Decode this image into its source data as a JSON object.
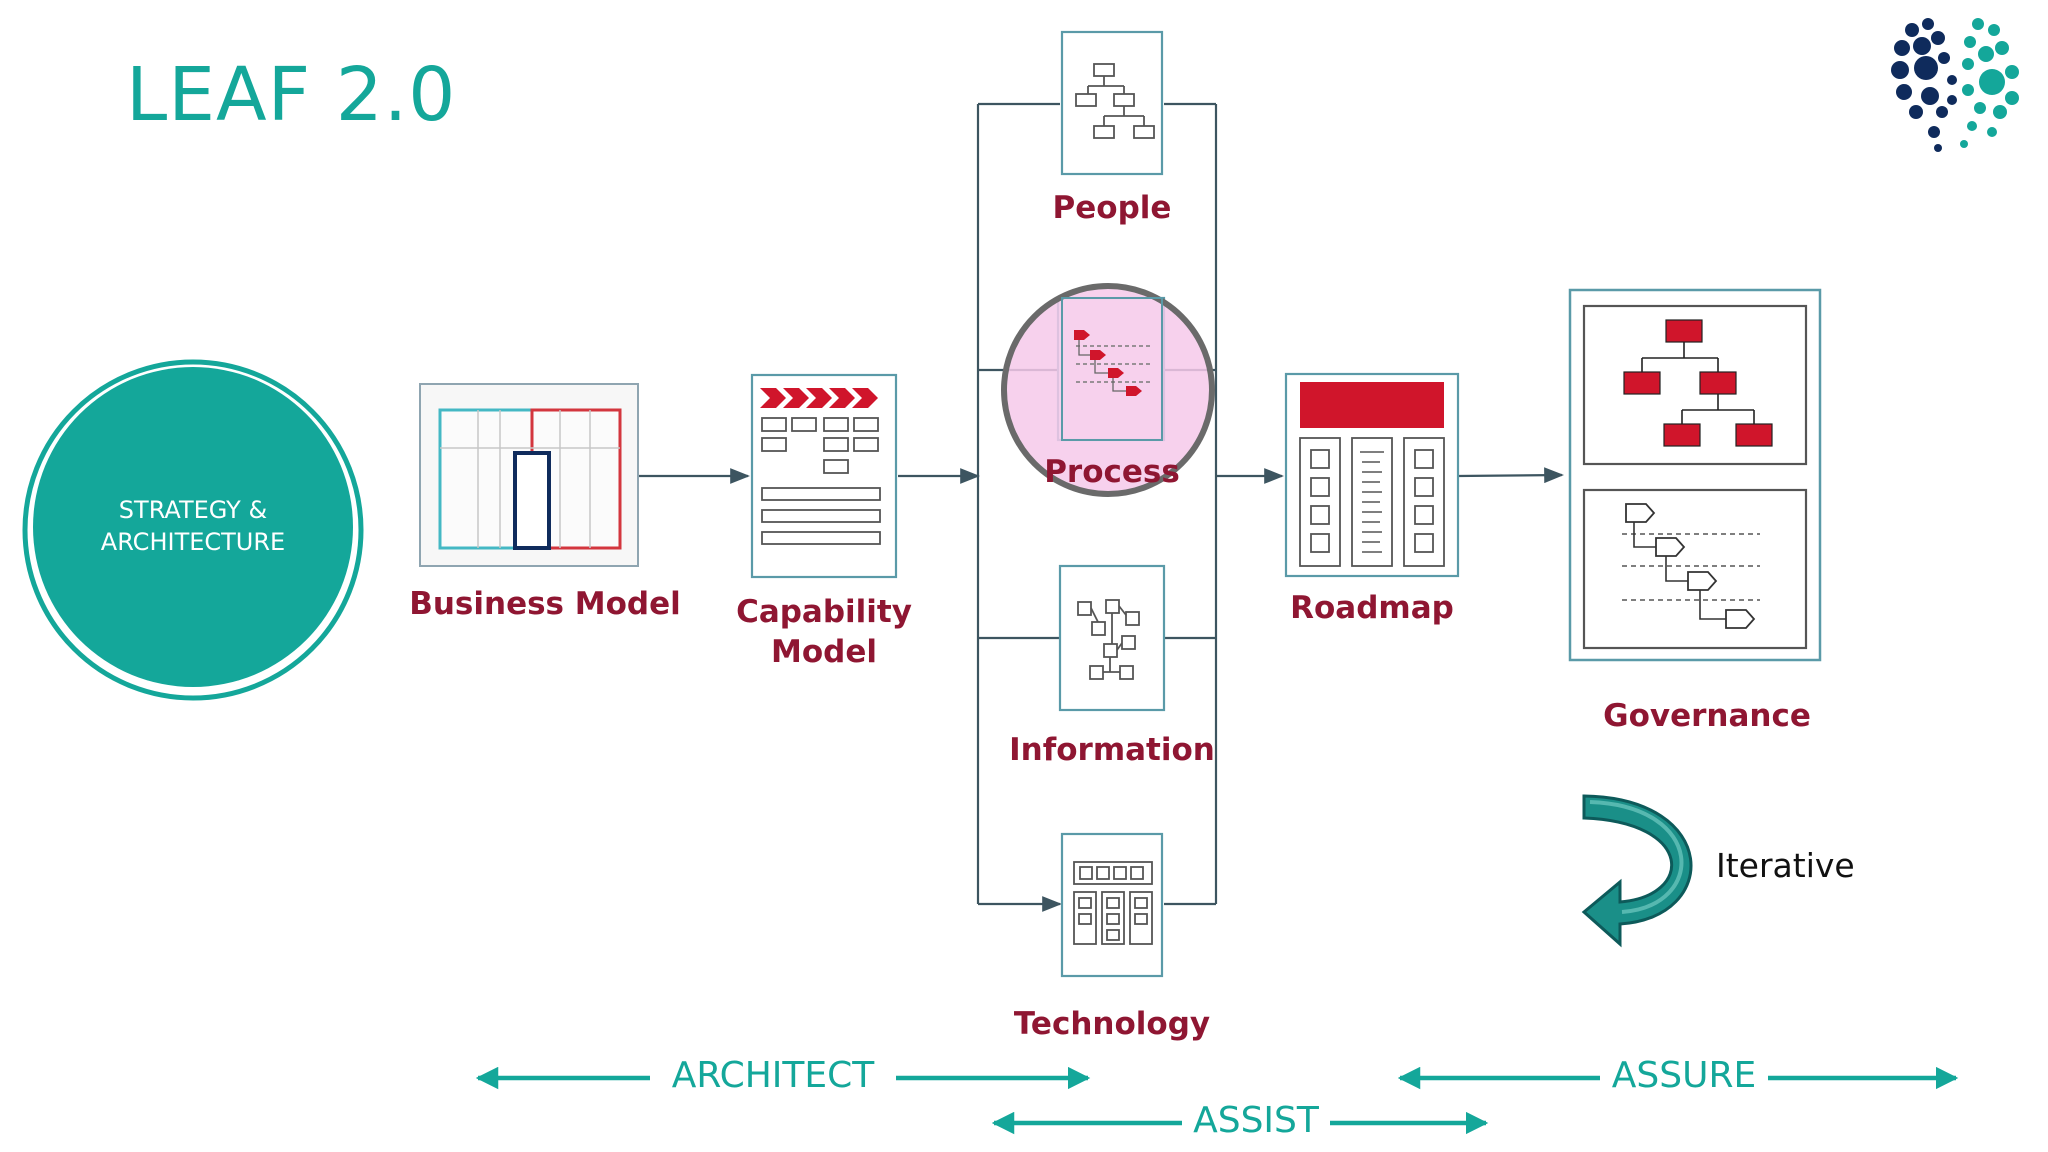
{
  "title": "LEAF 2.0",
  "strategy": {
    "line1": "STRATEGY &",
    "line2": "ARCHITECTURE"
  },
  "steps": {
    "business_model": "Business Model",
    "capability_line1": "Capability",
    "capability_line2": "Model",
    "people": "People",
    "process": "Process",
    "information": "Information",
    "technology": "Technology",
    "roadmap": "Roadmap",
    "governance": "Governance"
  },
  "iterative": "Iterative",
  "phases": {
    "architect": "ARCHITECT",
    "assist": "ASSIST",
    "assure": "ASSURE"
  },
  "colors": {
    "teal": "#14a79a",
    "maroon": "#8f1632",
    "red": "#d0152b",
    "pink": "#f6c9ea",
    "navy": "#0f2b5c"
  },
  "icons": {
    "logo": "dot-cluster-logo",
    "people": "org-chart-icon",
    "process": "process-flow-icon",
    "information": "data-model-icon",
    "technology": "tech-stack-icon",
    "roadmap": "roadmap-icon",
    "governance": "governance-icon",
    "iterative": "curved-arrow-icon"
  }
}
